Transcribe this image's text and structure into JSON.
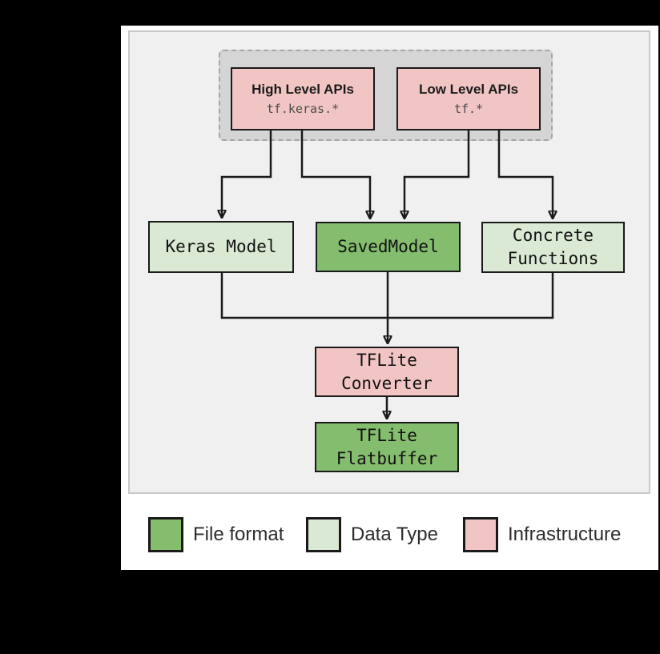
{
  "colors": {
    "file_format": "#85bd6e",
    "data_type": "#d9e9d3",
    "infrastructure": "#f2c5c5"
  },
  "diagram": {
    "nodes": {
      "high_level": {
        "title": "High Level APIs",
        "subtitle": "tf.keras.*",
        "category": "Infrastructure"
      },
      "low_level": {
        "title": "Low Level APIs",
        "subtitle": "tf.*",
        "category": "Infrastructure"
      },
      "keras_model": {
        "label": "Keras Model",
        "category": "Data Type"
      },
      "saved_model": {
        "label": "SavedModel",
        "category": "File format"
      },
      "concrete_functions": {
        "label": "Concrete Functions",
        "category": "Data Type"
      },
      "tflite_converter": {
        "label": "TFLite Converter",
        "category": "Infrastructure"
      },
      "tflite_flatbuffer": {
        "label": "TFLite Flatbuffer",
        "category": "File format"
      }
    },
    "edges": [
      {
        "from": "high_level",
        "to": "keras_model"
      },
      {
        "from": "high_level",
        "to": "saved_model"
      },
      {
        "from": "low_level",
        "to": "saved_model"
      },
      {
        "from": "low_level",
        "to": "concrete_functions"
      },
      {
        "from": "keras_model",
        "to": "tflite_converter"
      },
      {
        "from": "saved_model",
        "to": "tflite_converter"
      },
      {
        "from": "concrete_functions",
        "to": "tflite_converter"
      },
      {
        "from": "tflite_converter",
        "to": "tflite_flatbuffer"
      }
    ]
  },
  "legend": {
    "items": [
      {
        "label": "File format",
        "color": "#85bd6e"
      },
      {
        "label": "Data Type",
        "color": "#d9e9d3"
      },
      {
        "label": "Infrastructure",
        "color": "#f2c5c5"
      }
    ]
  }
}
